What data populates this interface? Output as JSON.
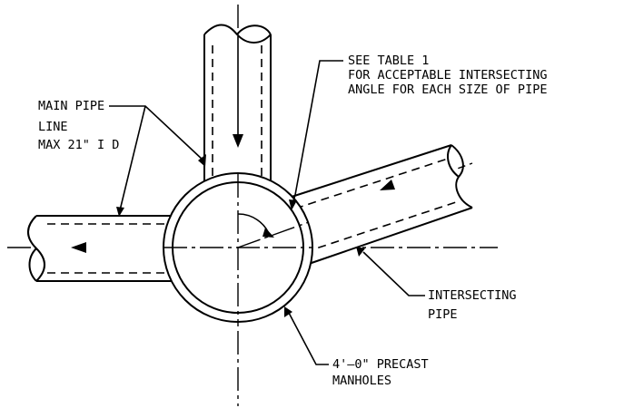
{
  "labels": {
    "see_table_1": "SEE TABLE 1",
    "acceptable_angle": "FOR ACCEPTABLE INTERSECTING",
    "angle_each_size": "ANGLE FOR EACH SIZE OF PIPE",
    "main_pipe_1": "MAIN PIPE",
    "main_pipe_2": "LINE",
    "main_pipe_3": "MAX 21\" I D",
    "intersecting_1": "INTERSECTING",
    "intersecting_2": "PIPE",
    "manhole_1": "4'–0\" PRECAST",
    "manhole_2": "MANHOLES"
  }
}
